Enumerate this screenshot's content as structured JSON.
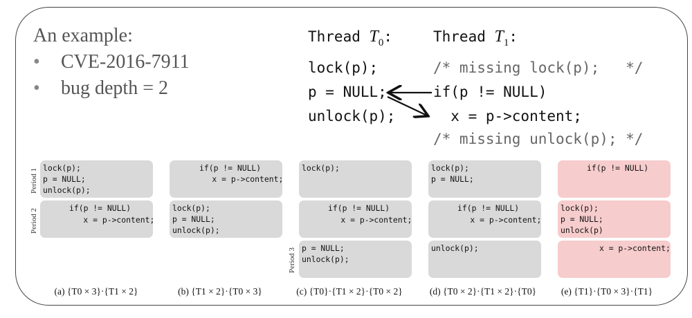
{
  "example": {
    "title": "An example:",
    "bullets": [
      "CVE-2016-7911",
      "bug depth = 2"
    ]
  },
  "thread0": {
    "label": "Thread ",
    "name": "T",
    "sub": "0",
    "suffix": ":",
    "lines": [
      "lock(p);",
      "p = NULL;",
      "unlock(p);"
    ]
  },
  "thread1": {
    "label": "Thread ",
    "name": "T",
    "sub": "1",
    "suffix": ":",
    "lines": [
      "/* missing lock(p);   */",
      "if(p != NULL)",
      "  x = p->content;",
      "/* missing unlock(p); */"
    ]
  },
  "periods": [
    "Period 1",
    "Period 2",
    "Period 3"
  ],
  "schedules": {
    "a": {
      "box1": [
        "lock(p);",
        "p = NULL;",
        "unlock(p);"
      ],
      "box2": [
        "if(p != NULL)",
        "    x = p->content;"
      ],
      "caption": "(a) {T0 × 3}·{T1 × 2}"
    },
    "b": {
      "box1": [
        "if(p != NULL)",
        "    x = p->content;"
      ],
      "box2": [
        "lock(p);",
        "p = NULL;",
        "unlock(p);"
      ],
      "caption": "(b) {T1 × 2}·{T0 × 3}"
    },
    "c": {
      "box1": [
        "lock(p);"
      ],
      "box2": [
        "if(p != NULL)",
        "    x = p->content;"
      ],
      "box3": [
        "p = NULL;",
        "unlock(p);"
      ],
      "caption": "(c) {T0}·{T1 × 2}·{T0 × 2}"
    },
    "d": {
      "box1": [
        "lock(p);",
        "p = NULL;"
      ],
      "box2": [
        "if(p != NULL)",
        "    x = p->content;"
      ],
      "box3": [
        "unlock(p);"
      ],
      "caption": "(d) {T0 × 2}·{T1 × 2}·{T0}"
    },
    "e": {
      "box1": [
        "if(p != NULL)"
      ],
      "box2": [
        "lock(p);",
        "p = NULL;",
        "unlock(p)"
      ],
      "box3": [
        "x = p->content;"
      ],
      "caption": "(e) {T1}·{T0 × 3}·{T1}"
    }
  },
  "colors": {
    "gray": "#d9d9d9",
    "pink": "#f6cccc"
  }
}
